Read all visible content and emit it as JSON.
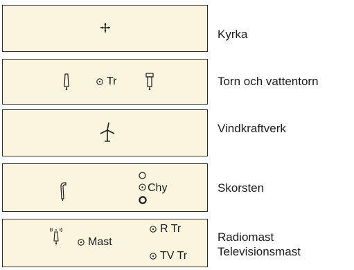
{
  "legend": [
    {
      "label": "Kyrka"
    },
    {
      "label": "Torn och vattentorn",
      "symbol_text": "Tr"
    },
    {
      "label": "Vindkraftverk"
    },
    {
      "label": "Skorsten",
      "symbol_text": "Chy"
    },
    {
      "label_line1": "Radiomast",
      "label_line2": "Televisionsmast",
      "symbol_texts": {
        "mast": "Mast",
        "radio_tower": "R Tr",
        "tv_tower": "TV Tr"
      }
    }
  ],
  "colors": {
    "swatch_fill": "#fbf5df",
    "swatch_border": "#2b2b2b",
    "symbol": "#1a1a1a"
  },
  "icons": [
    "church-icon",
    "tower-icon",
    "water-tower-icon",
    "wind-turbine-icon",
    "chimney-icon",
    "radio-mast-icon"
  ]
}
